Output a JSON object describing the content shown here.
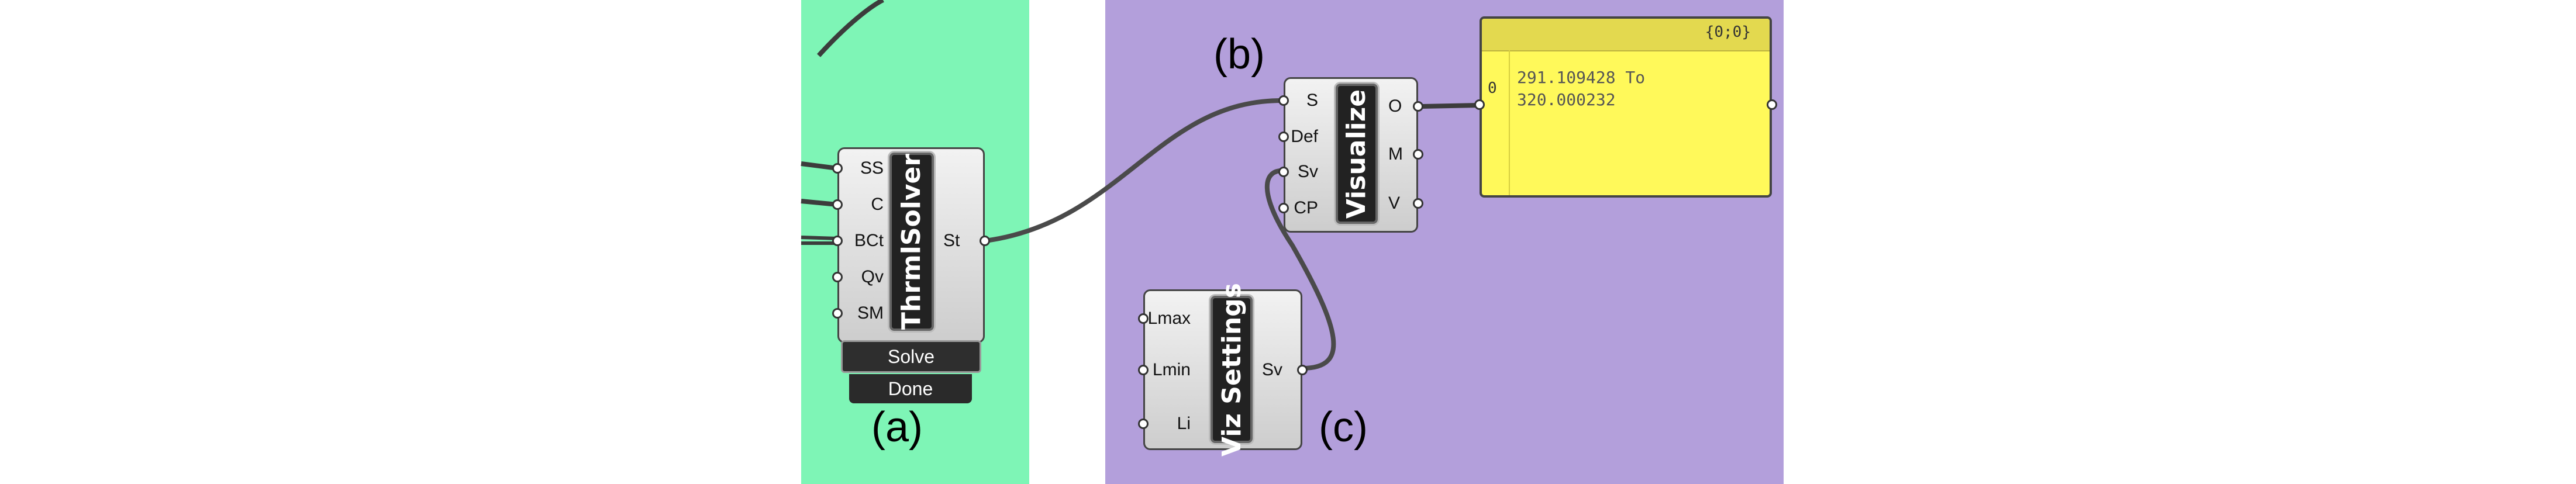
{
  "thrml_solver": {
    "name": "ThrmlSolver",
    "inputs": [
      "SS",
      "C",
      "BCt",
      "Qv",
      "SM"
    ],
    "outputs": [
      "St"
    ],
    "button_label": "Solve",
    "status_label": "Done"
  },
  "visualize": {
    "name": "Visualize",
    "inputs": [
      "S",
      "Def",
      "Sv",
      "CP"
    ],
    "outputs": [
      "O",
      "M",
      "V"
    ]
  },
  "viz_settings": {
    "name": "Viz Settings",
    "inputs": [
      "Lmax",
      "Lmin",
      "Li"
    ],
    "outputs": [
      "Sv"
    ]
  },
  "panel": {
    "path": "{0;0}",
    "index": "0",
    "text": "291.109428 To\n320.000232"
  },
  "captions": {
    "a": "(a)",
    "b": "(b)",
    "c": "(c)"
  },
  "colors": {
    "group_a": "#7ef5b6",
    "group_bc": "#b39fdb",
    "panel": "#fff95a"
  }
}
